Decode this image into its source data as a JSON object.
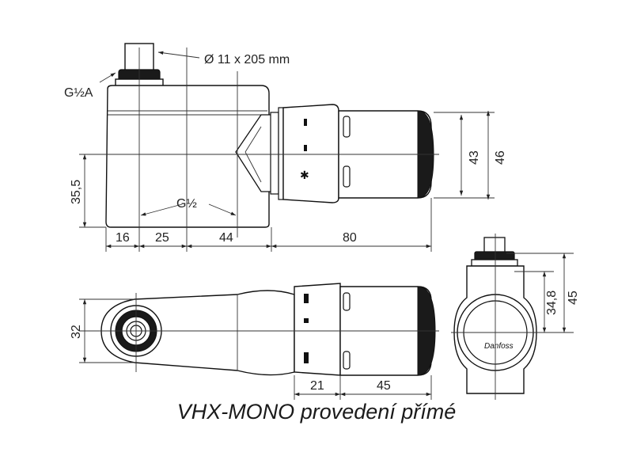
{
  "title": "VHX-MONO provedení přímé",
  "callouts": {
    "pipe": "Ø 11 x 205 mm",
    "thread_a": "G½A",
    "thread_inner": "G½"
  },
  "dimensions": {
    "d16": "16",
    "d25": "25",
    "d44": "44",
    "d80": "80",
    "d35_5": "35,5",
    "d43": "43",
    "d46": "46",
    "d32": "32",
    "d21": "21",
    "d45_bottom": "45",
    "d34_8": "34,8",
    "d45_side": "45"
  },
  "brand_icon": "danfoss-logo"
}
